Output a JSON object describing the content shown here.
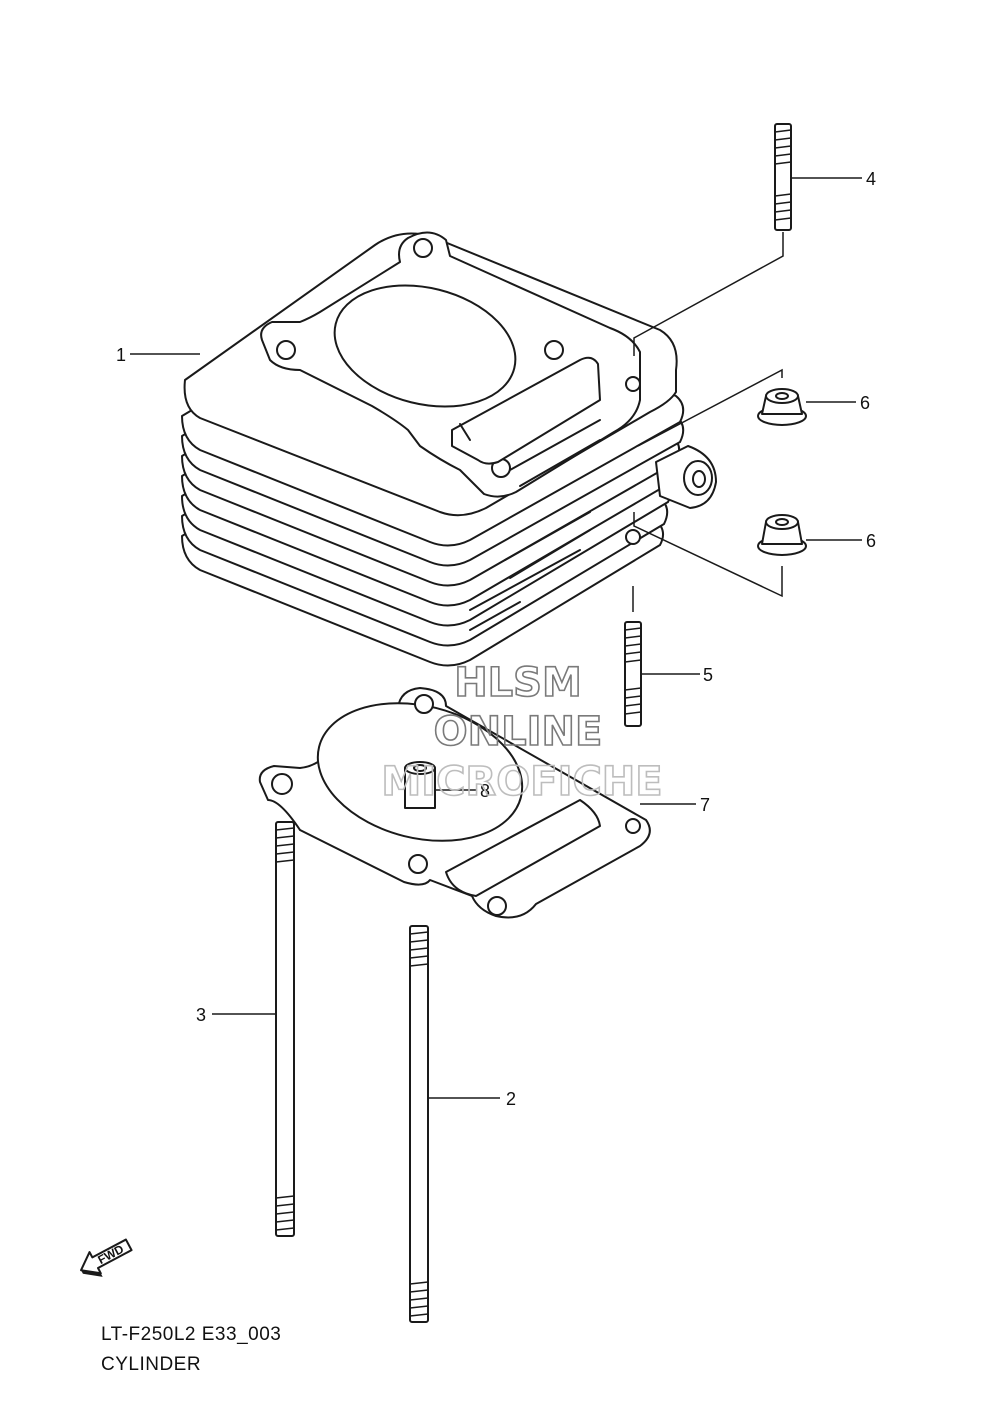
{
  "diagram": {
    "code": "LT-F250L2 E33_003",
    "title": "CYLINDER"
  },
  "watermark": {
    "line1": "HLSM",
    "line2": "ONLINE",
    "line3": "MICROFICHE"
  },
  "fwd_arrow": {
    "label": "FWD"
  },
  "callouts": [
    {
      "id": "1",
      "label": "1"
    },
    {
      "id": "2",
      "label": "2"
    },
    {
      "id": "3",
      "label": "3"
    },
    {
      "id": "4",
      "label": "4"
    },
    {
      "id": "5",
      "label": "5"
    },
    {
      "id": "6a",
      "label": "6"
    },
    {
      "id": "6b",
      "label": "6"
    },
    {
      "id": "7",
      "label": "7"
    },
    {
      "id": "8",
      "label": "8"
    }
  ]
}
